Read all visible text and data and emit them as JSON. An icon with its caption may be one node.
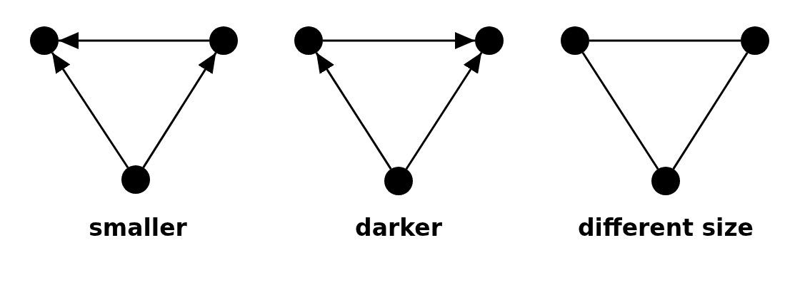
{
  "diagram": {
    "nodes": [
      {
        "text": [],
        "shape": "circle"
      },
      {
        "text": [],
        "shape": "circle"
      },
      {
        "text": [],
        "shape": "circle"
      },
      {
        "text": [],
        "shape": "circle"
      },
      {
        "text": [],
        "shape": "circle"
      },
      {
        "text": [],
        "shape": "circle"
      },
      {
        "text": [],
        "shape": "circle"
      },
      {
        "text": [],
        "shape": "circle"
      },
      {
        "text": [],
        "shape": "circle"
      }
    ],
    "edges": [
      {
        "from": 1,
        "to": 0,
        "arrow": "to"
      },
      {
        "from": 2,
        "to": 0,
        "arrow": "to"
      },
      {
        "from": 2,
        "to": 1,
        "arrow": "to"
      },
      {
        "from": 3,
        "to": 4,
        "arrow": "to"
      },
      {
        "from": 5,
        "to": 3,
        "arrow": "to"
      },
      {
        "from": 5,
        "to": 4,
        "arrow": "to"
      },
      {
        "from": 6,
        "to": 7,
        "arrow": "none"
      },
      {
        "from": 6,
        "to": 8,
        "arrow": "none"
      },
      {
        "from": 7,
        "to": 8,
        "arrow": "none"
      }
    ],
    "labels": [
      "smaller",
      "darker",
      "different size"
    ]
  }
}
